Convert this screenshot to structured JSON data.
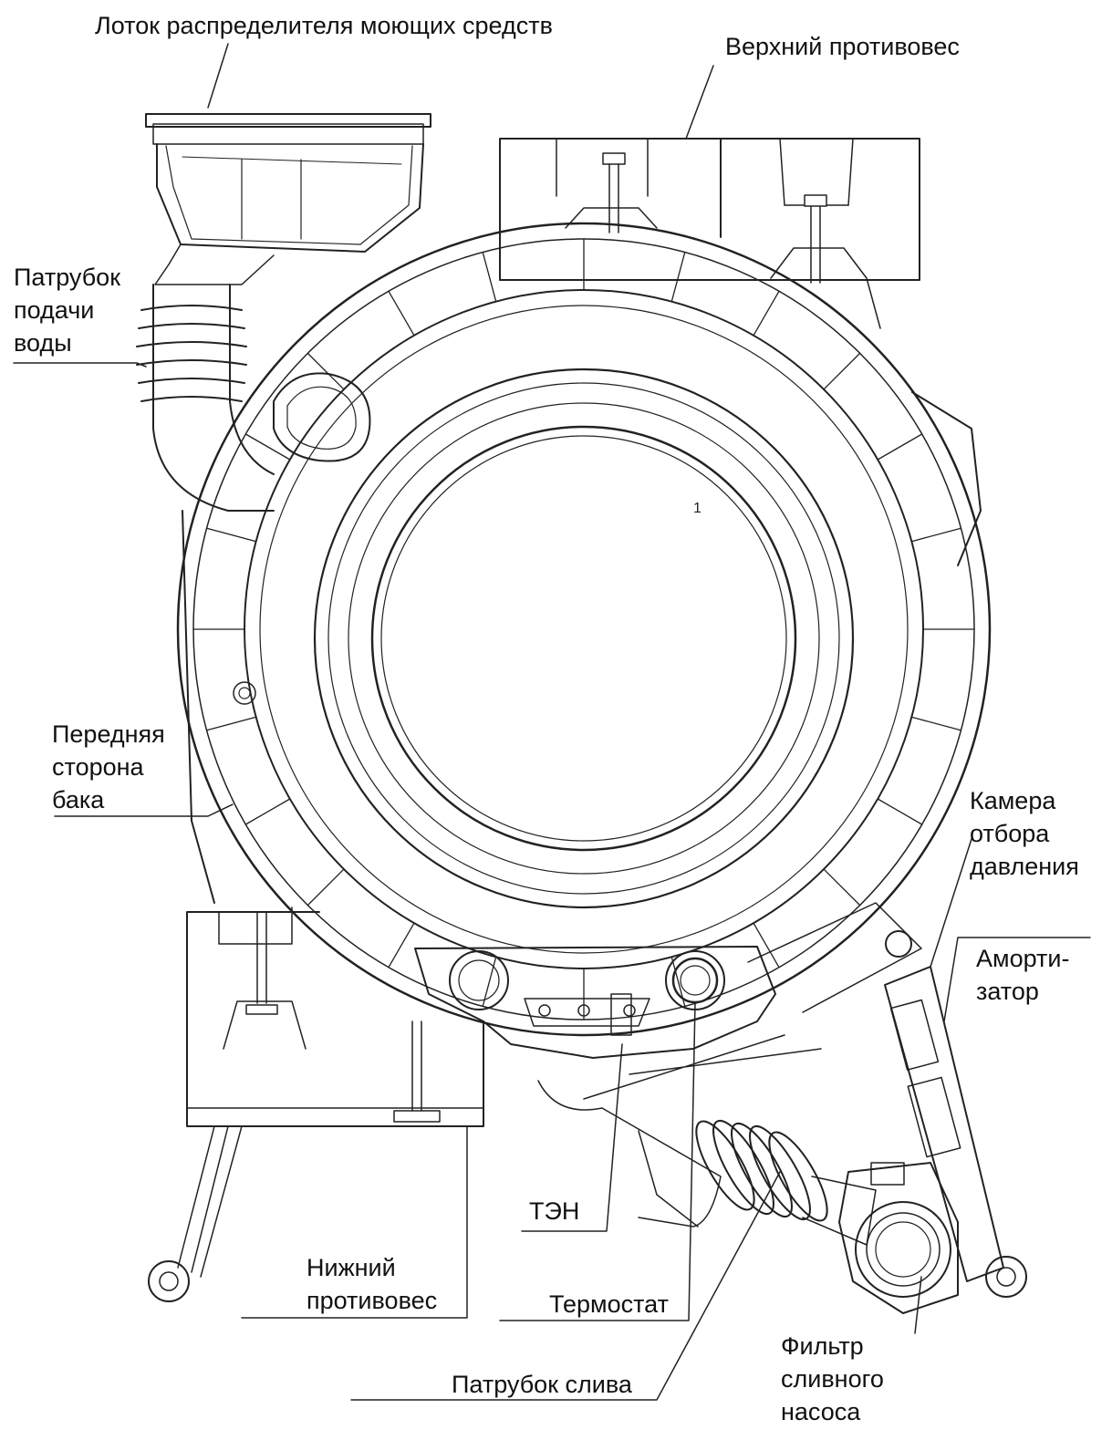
{
  "labels": {
    "detergent_tray": "Лоток распределителя моющих средств",
    "upper_counterweight": "Верхний противовес",
    "water_inlet_pipe": "Патрубок\nподачи\nводы",
    "tank_front": "Передняя\nсторона\nбака",
    "pressure_chamber": "Камера\nотбора\nдавления",
    "shock_absorber": "Аморти-\nзатор",
    "heater": "ТЭН",
    "lower_counterweight": "Нижний\nпротивовес",
    "thermostat": "Термостат",
    "drain_pipe": "Патрубок слива",
    "pump_filter": "Фильтр\nсливного\nнасоса"
  },
  "part_mark": "1"
}
